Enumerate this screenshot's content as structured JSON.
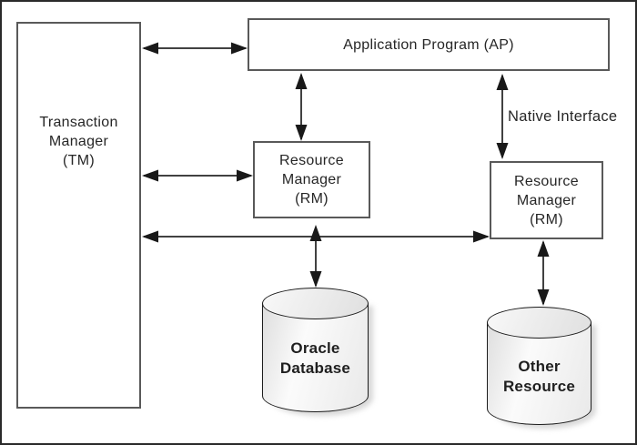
{
  "nodes": {
    "transaction_manager": {
      "lines": [
        "Transaction",
        "Manager",
        "(TM)"
      ]
    },
    "application_program": {
      "label": "Application Program (AP)"
    },
    "resource_manager_mid": {
      "lines": [
        "Resource",
        "Manager",
        "(RM)"
      ]
    },
    "resource_manager_right": {
      "lines": [
        "Resource",
        "Manager",
        "(RM)"
      ]
    },
    "oracle_database": {
      "lines": [
        "Oracle",
        "Database"
      ]
    },
    "other_resource": {
      "lines": [
        "Other",
        "Resource"
      ]
    }
  },
  "labels": {
    "native_interface": "Native Interface"
  },
  "colors": {
    "background": "#ffffff",
    "frame_border": "#2a2a2a",
    "box_border": "#595959",
    "arrow_shaft": "#414141",
    "arrow_head": "#191919",
    "cylinder_outline": "#1c1c1c",
    "cylinder_fill_light": "#fbfbfb",
    "cylinder_fill_dark": "#dedede",
    "text": "#262626"
  }
}
